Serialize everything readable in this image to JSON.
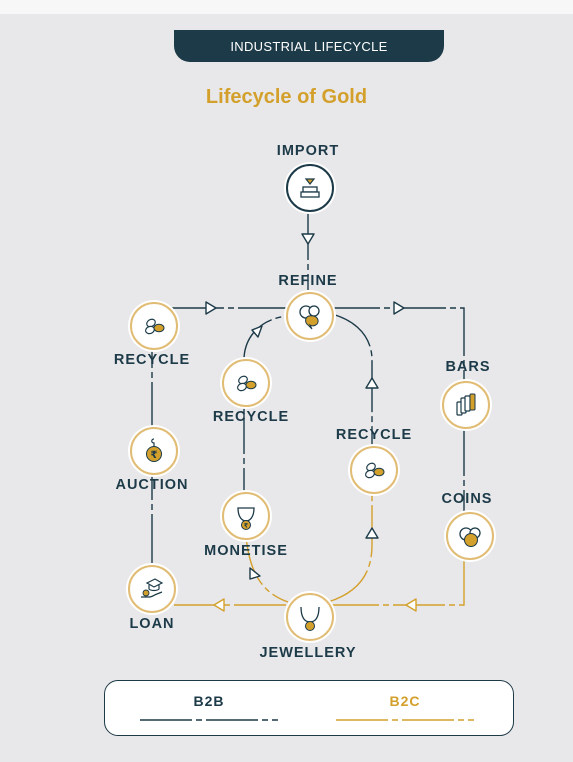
{
  "header": {
    "tab_label": "INDUSTRIAL LIFECYCLE",
    "title": "Lifecycle of Gold"
  },
  "nodes": {
    "import": {
      "label": "IMPORT",
      "icon": "import-bars-icon"
    },
    "refine": {
      "label": "REFINE",
      "icon": "refine-gold-icon"
    },
    "recycle_left": {
      "label": "RECYCLE",
      "icon": "recycle-nuggets-icon"
    },
    "recycle_inner_left": {
      "label": "RECYCLE",
      "icon": "recycle-nuggets-icon"
    },
    "recycle_inner_right": {
      "label": "RECYCLE",
      "icon": "recycle-nuggets-icon"
    },
    "bars": {
      "label": "BARS",
      "icon": "gold-bars-icon"
    },
    "coins": {
      "label": "COINS",
      "icon": "gold-coins-icon"
    },
    "auction": {
      "label": "AUCTION",
      "icon": "rupee-tag-icon"
    },
    "monetise": {
      "label": "MONETISE",
      "icon": "necklace-rupee-icon"
    },
    "loan": {
      "label": "LOAN",
      "icon": "loan-hand-icon"
    },
    "jewellery": {
      "label": "JEWELLERY",
      "icon": "necklace-icon"
    }
  },
  "legend": {
    "b2b": {
      "label": "B2B",
      "color": "#1c3a48"
    },
    "b2c": {
      "label": "B2C",
      "color": "#d4a02c"
    }
  },
  "colors": {
    "navy": "#1c3a48",
    "gold": "#d4a02c",
    "background": "#e8e8ea"
  }
}
